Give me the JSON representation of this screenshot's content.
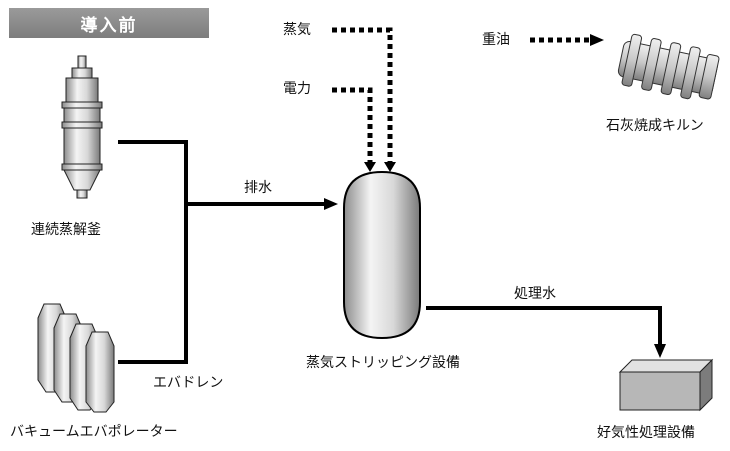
{
  "header": {
    "title": "導入前"
  },
  "labels": {
    "steam": "蒸気",
    "power": "電力",
    "heavy_oil": "重油",
    "kiln": "石灰焼成キルン",
    "digester": "連続蒸解釜",
    "wastewater": "排水",
    "evaporator_drain": "エバドレン",
    "evaporator": "バキュームエバポレーター",
    "stripper": "蒸気ストリッピング設備",
    "treated_water": "処理水",
    "aerobic": "好気性処理設備"
  },
  "colors": {
    "line": "#000000",
    "header_bg": "#8a8a8a",
    "equipment_gray": "#bfbfbf"
  }
}
